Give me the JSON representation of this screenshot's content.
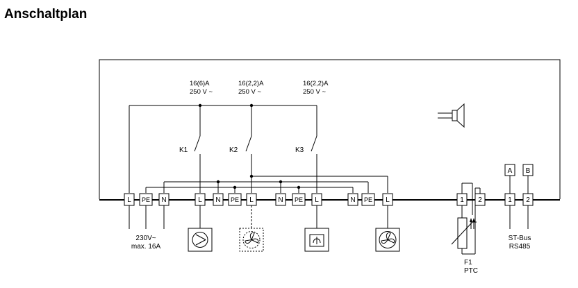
{
  "page": {
    "title": "Anschaltplan"
  },
  "ratings": [
    {
      "current": "16(6)A",
      "voltage": "250 V ~"
    },
    {
      "current": "16(2,2)A",
      "voltage": "250 V ~"
    },
    {
      "current": "16(2,2)A",
      "voltage": "250 V ~"
    }
  ],
  "contacts": [
    "K1",
    "K2",
    "K3"
  ],
  "terminals": {
    "supply": [
      "L",
      "PE",
      "N"
    ],
    "out1": [
      "L",
      "N",
      "PE",
      "L"
    ],
    "out2": [
      "N",
      "PE",
      "L"
    ],
    "out3": [
      "N",
      "PE",
      "L"
    ],
    "sensor": [
      "1",
      "2"
    ],
    "bus": [
      "1",
      "2"
    ],
    "bus_top": [
      "A",
      "B"
    ]
  },
  "labels": {
    "supply": [
      "230V~",
      "max. 16A"
    ],
    "sensor": [
      "F1",
      "PTC"
    ],
    "bus": [
      "ST-Bus",
      "RS485"
    ]
  },
  "icons": [
    "speaker-icon",
    "pump-icon",
    "fan-dashed-icon",
    "valve-actuator-icon",
    "fan-icon",
    "ptc-thermistor-icon"
  ]
}
